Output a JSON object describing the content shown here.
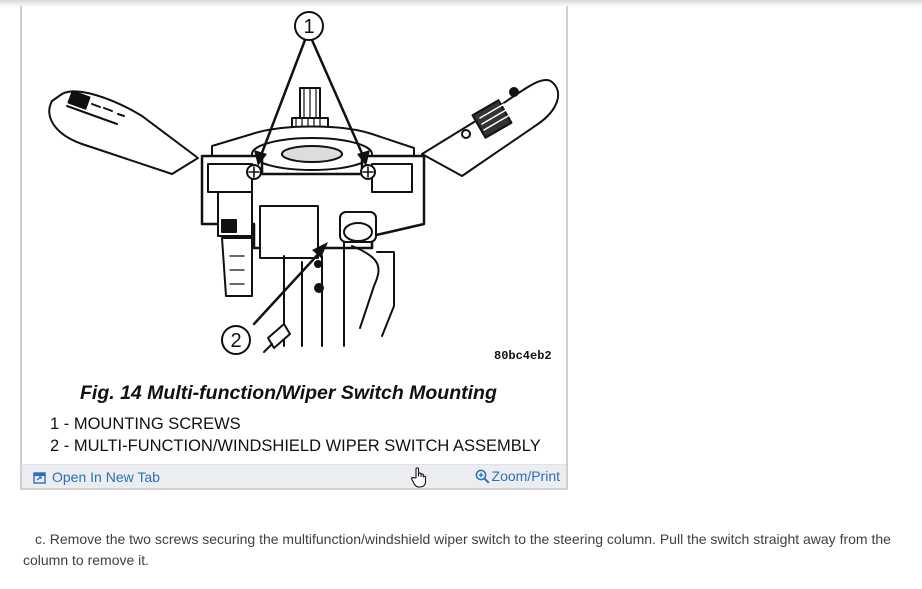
{
  "figure": {
    "callout_1": "1",
    "callout_2": "2",
    "image_code": "80bc4eb2",
    "title": "Fig. 14 Multi-function/Wiper Switch Mounting",
    "legend": [
      "1 - MOUNTING SCREWS",
      "2 - MULTI-FUNCTION/WINDSHIELD WIPER SWITCH ASSEMBLY"
    ]
  },
  "footer": {
    "open_new_tab_label": "Open In New Tab",
    "zoom_print_label": "Zoom/Print",
    "icons": {
      "open_tab": "open-in-new-tab-icon",
      "zoom": "zoom-in-icon",
      "cursor": "hand-pointer-cursor-icon"
    }
  },
  "instructions": {
    "step_c": "c. Remove the two screws securing the multifunction/windshield wiper switch to the steering column. Pull the switch straight away from the column to remove it."
  },
  "colors": {
    "link": "#2c6fb6",
    "footer_bg": "#ebedf1",
    "card_border": "#cfcfcf",
    "body_text": "#3f3f3f"
  }
}
